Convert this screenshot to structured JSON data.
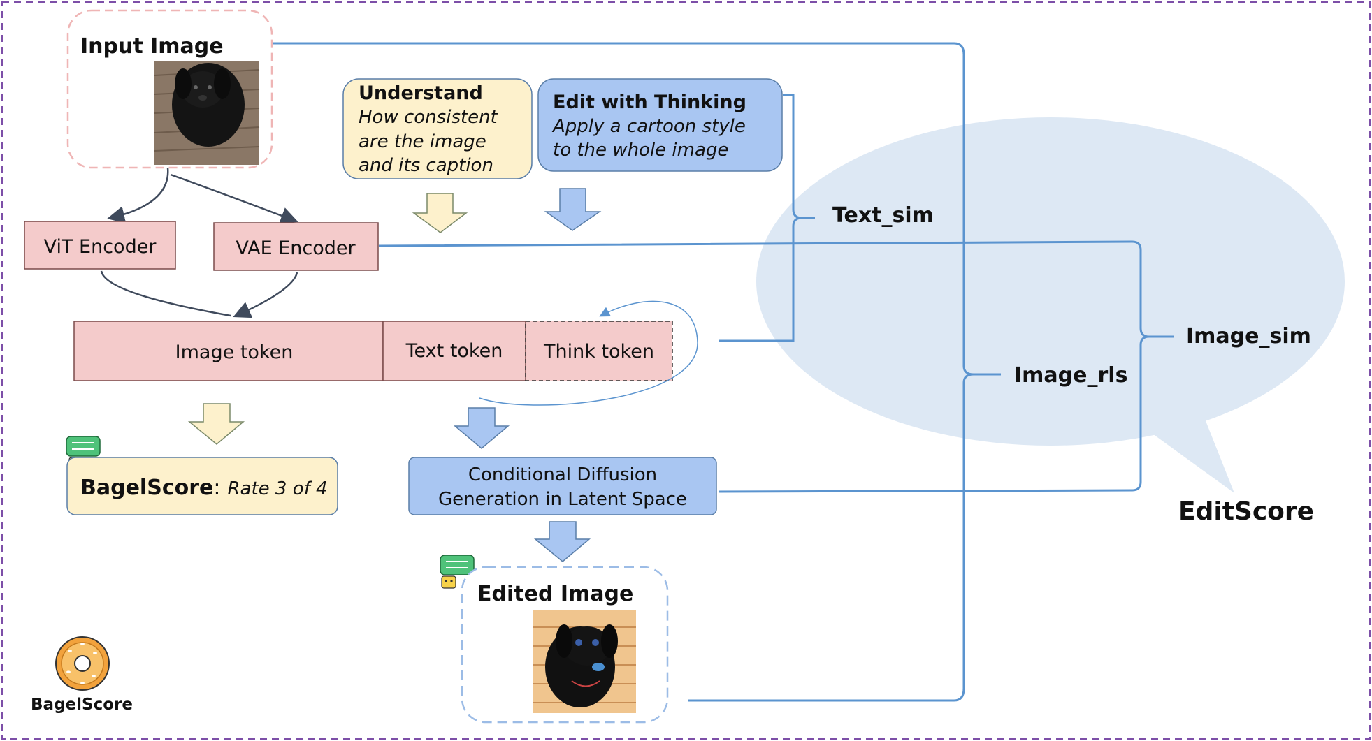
{
  "input_image": {
    "title": "Input Image",
    "picture": "black puppy photo"
  },
  "understand": {
    "title": "Understand",
    "lines": [
      "How consistent",
      "are the image",
      "and its caption"
    ]
  },
  "edit": {
    "title": "Edit with Thinking",
    "lines": [
      "Apply a cartoon style",
      "to the whole image"
    ]
  },
  "encoders": {
    "vit": "ViT Encoder",
    "vae": "VAE Encoder"
  },
  "tokens": {
    "image": "Image token",
    "text": "Text token",
    "think": "Think token"
  },
  "bagelscore_result": {
    "name": "BagelScore",
    "separator": ":",
    "rating": "Rate 3 of 4"
  },
  "diffusion": {
    "lines": [
      "Conditional Diffusion",
      "Generation in Latent Space"
    ]
  },
  "edited_image": {
    "title": "Edited Image",
    "picture": "cartoon black puppy"
  },
  "metrics": {
    "text_sim": "Text_sim",
    "image_sim": "Image_sim",
    "image_rls": "Image_rls",
    "editscore": "EditScore"
  },
  "logo": {
    "label": "BagelScore",
    "icon": "bagel-icon"
  },
  "colors": {
    "frame": "#7d4fa8",
    "connector": "#5b94cf",
    "pink_fill": "#f4cbcb",
    "pink_stroke": "#7a4a4a",
    "yellow_fill": "#fdf1cc",
    "yellow_stroke": "#5a7ea8",
    "blue_fill": "#a9c6f2",
    "bubble": "#dde8f4"
  }
}
